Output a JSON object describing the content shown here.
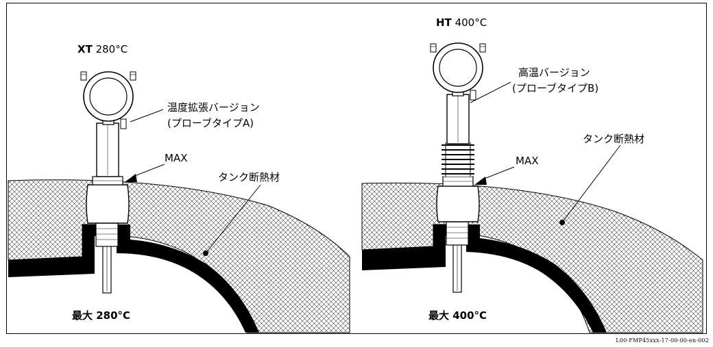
{
  "left_variant": {
    "model": "XT",
    "temp": " 280°C",
    "version_line1": "温度拡張バージョン",
    "version_line2": "(プローブタイプA)",
    "max_label": "MAX",
    "insulation_label": "タンク断熱材",
    "max_temp": "最大 280°C"
  },
  "right_variant": {
    "model": "HT",
    "temp": " 400°C",
    "version_line1": "高温バージョン",
    "version_line2": "(プローブタイプB)",
    "max_label": "MAX",
    "insulation_label": "タンク断熱材",
    "max_temp": "最大 400°C"
  },
  "figure_reference": "L00-FMP45xxx-17-00-00-en-002"
}
